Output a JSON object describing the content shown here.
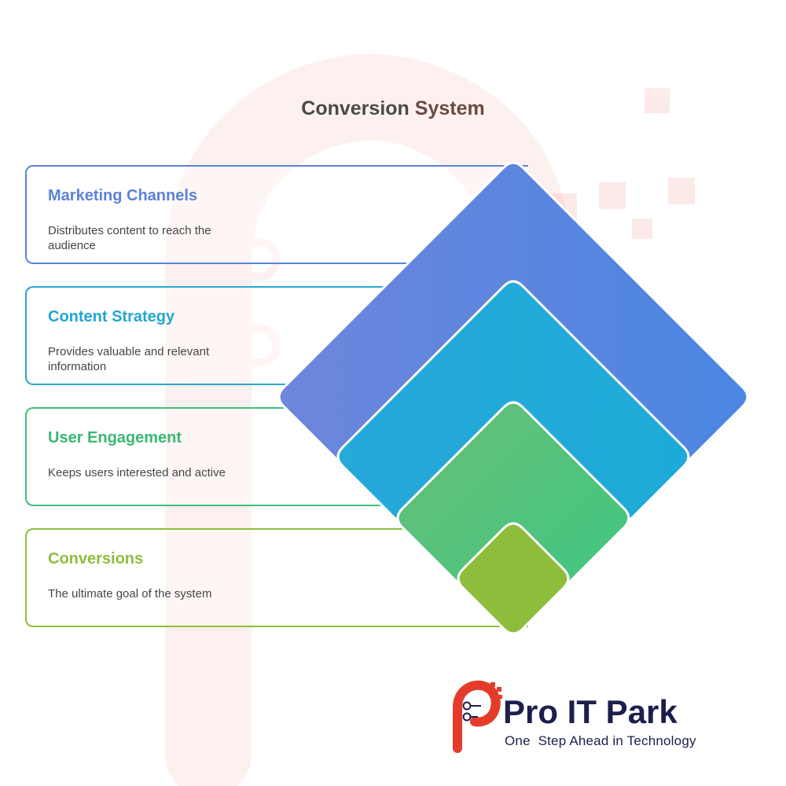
{
  "title": {
    "part1": "Conversion ",
    "part2": "System"
  },
  "layers": [
    {
      "heading": "Marketing Channels",
      "description": "Distributes content to reach the audience",
      "color": "#5b82d8"
    },
    {
      "heading": "Content Strategy",
      "description": "Provides valuable and relevant information",
      "color": "#2aa7d2"
    },
    {
      "heading": "User Engagement",
      "description": "Keeps users interested and active",
      "color": "#3ec07a"
    },
    {
      "heading": "Conversions",
      "description": "The ultimate goal of the system",
      "color": "#8dbe3d"
    }
  ],
  "logo": {
    "name": "Pro IT Park",
    "tagline": "One  Step Ahead in Technology",
    "primary_color": "#e53b2b",
    "text_color": "#1c1f4d"
  }
}
